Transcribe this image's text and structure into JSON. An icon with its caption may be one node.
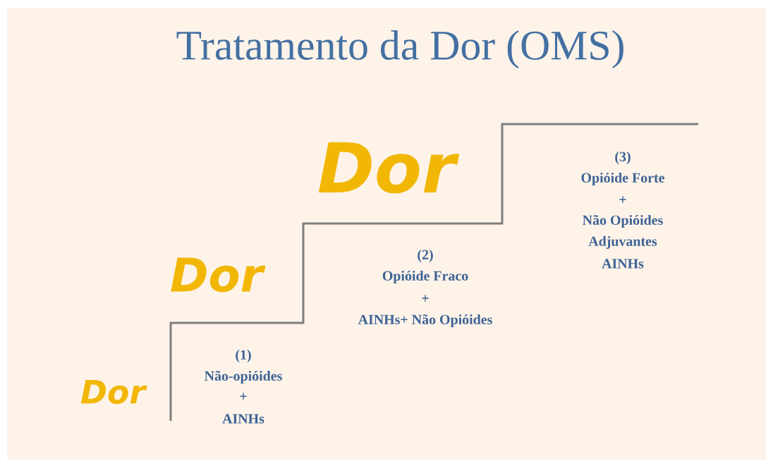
{
  "diagram": {
    "title": "Tratamento da Dor (OMS)",
    "labels": [
      "Dor",
      "(1)",
      "Não-opióides",
      "+",
      "AINHs",
      "Dor",
      "(2)",
      "Opióide Fraco",
      "+",
      "AINHs+ Não Opióides",
      "Dor",
      "(3)",
      "Opióide Forte",
      "+",
      "Não Opióides",
      "Adjuvantes",
      "AINHs"
    ]
  }
}
